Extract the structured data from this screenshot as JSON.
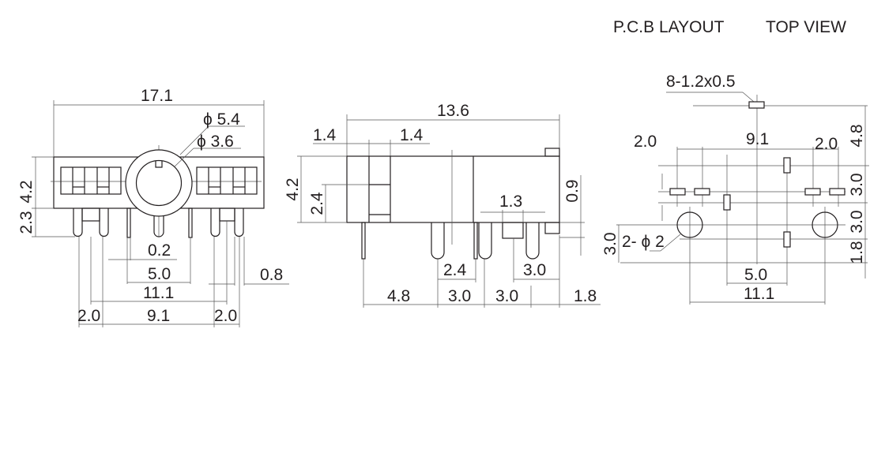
{
  "header": {
    "pcb_layout": "P.C.B LAYOUT",
    "top_view": "TOP VIEW"
  },
  "front_view": {
    "width": "17.1",
    "outer_dia": "ϕ 5.4",
    "inner_dia": "ϕ 3.6",
    "body_height": "4.2",
    "pin_length": "2.3",
    "pin_thickness": "0.2",
    "tab_spacing": "5.0",
    "outer_pin_span": "11.1",
    "pin_width": "0.8",
    "left_pitch": "2.0",
    "center_span": "9.1",
    "right_pitch": "2.0"
  },
  "side_view": {
    "length": "13.6",
    "seg1": "1.4",
    "seg2": "1.4",
    "height": "4.2",
    "inner_height": "2.4",
    "step": "0.9",
    "tab_width": "1.3",
    "pin_gap": "2.4",
    "rear_gap": "3.0",
    "dim_a": "4.8",
    "dim_b": "3.0",
    "dim_c": "3.0",
    "dim_d": "1.8"
  },
  "pcb_view": {
    "pad_spec": "8-1.2x0.5",
    "left_pitch": "2.0",
    "center_span": "9.1",
    "right_pitch": "2.0",
    "v1": "4.8",
    "v2": "3.0",
    "v3": "3.0",
    "v4": "1.8",
    "hole_offset": "3.0",
    "holes": "2- ϕ 2",
    "tab_spacing": "5.0",
    "hole_span": "11.1"
  }
}
